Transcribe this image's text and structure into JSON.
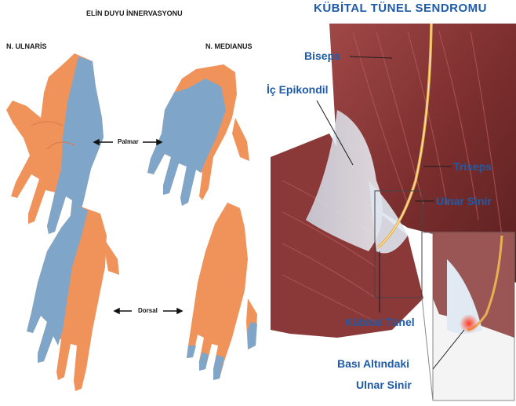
{
  "left_panel": {
    "title": "ELİN DUYU İNNERVASYONU",
    "nerve_left": "N. ULNARİS",
    "nerve_right": "N. MEDIANUS",
    "palmar": "Palmar",
    "dorsal": "Dorsal"
  },
  "right_panel": {
    "title": "KÜBİTAL TÜNEL SENDROMU",
    "labels": {
      "biseps": "Biseps",
      "ic_epikondil": "İç Epikondil",
      "triseps": "Triseps",
      "ulnar_sinir": "Ulnar Sinir",
      "kubital_tunel": "Kübital Tünel",
      "basi_line1": "Bası Altındaki",
      "basi_line2": "Ulnar Sinir"
    }
  },
  "colors": {
    "skin": "#f0935a",
    "nerve_area": "#7fa6c8",
    "muscle": "#8b3a3a",
    "label_blue": "#1e5ba8"
  }
}
